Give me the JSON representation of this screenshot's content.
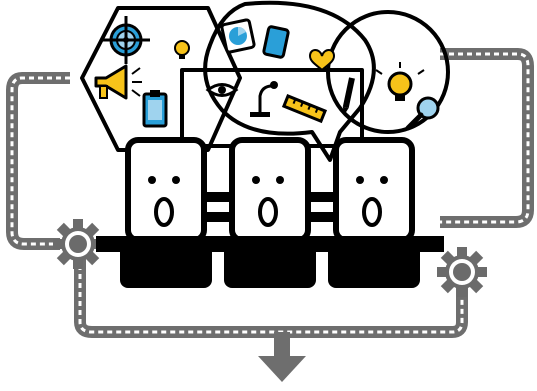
{
  "colors": {
    "background": "#ffffff",
    "outline": "#000000",
    "conveyor": "#6e6e6e",
    "conveyor_dash": "#ffffff",
    "gear_grey": "#6b6b6b",
    "accent_yellow": "#f7c31a",
    "accent_blue": "#2a9fd8",
    "accent_blue_light": "#9fd3ee"
  },
  "icons": [
    "target-icon",
    "megaphone-icon",
    "lightbulb-icon",
    "clipboard-icon",
    "pie-chart-icon",
    "smartphone-icon",
    "heart-icon",
    "eye-icon",
    "microphone-icon",
    "ruler-icon",
    "pen-icon",
    "magnifier-icon",
    "gear-icon",
    "arrow-down-icon"
  ],
  "characters": [
    {
      "role": "robot-left"
    },
    {
      "role": "robot-middle"
    },
    {
      "role": "robot-right"
    }
  ]
}
